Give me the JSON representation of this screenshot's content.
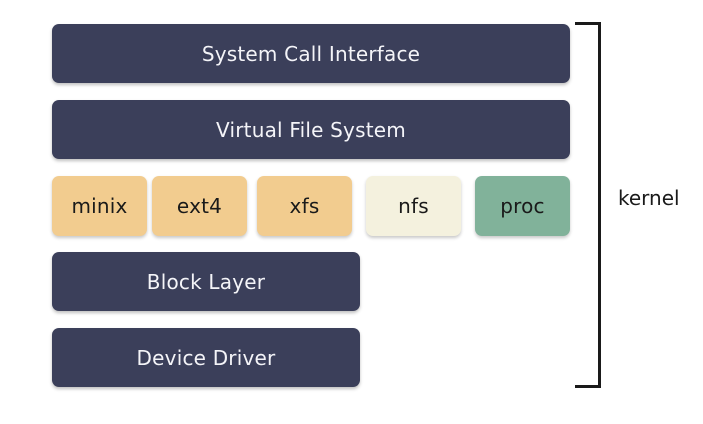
{
  "layers": {
    "syscall": "System Call Interface",
    "vfs": "Virtual File System",
    "block_layer": "Block Layer",
    "device_driver": "Device Driver"
  },
  "filesystems": [
    {
      "label": "minix",
      "color": "#f2cc8f"
    },
    {
      "label": "ext4",
      "color": "#f2cc8f"
    },
    {
      "label": "xfs",
      "color": "#f2cc8f"
    },
    {
      "label": "nfs",
      "color": "#f4f1de"
    },
    {
      "label": "proc",
      "color": "#81b29a"
    }
  ],
  "colors": {
    "layer": "#3b3f5a",
    "layer_text": "#f4f4f8",
    "bracket": "#1a1a1a"
  },
  "bracket_label": "kernel"
}
